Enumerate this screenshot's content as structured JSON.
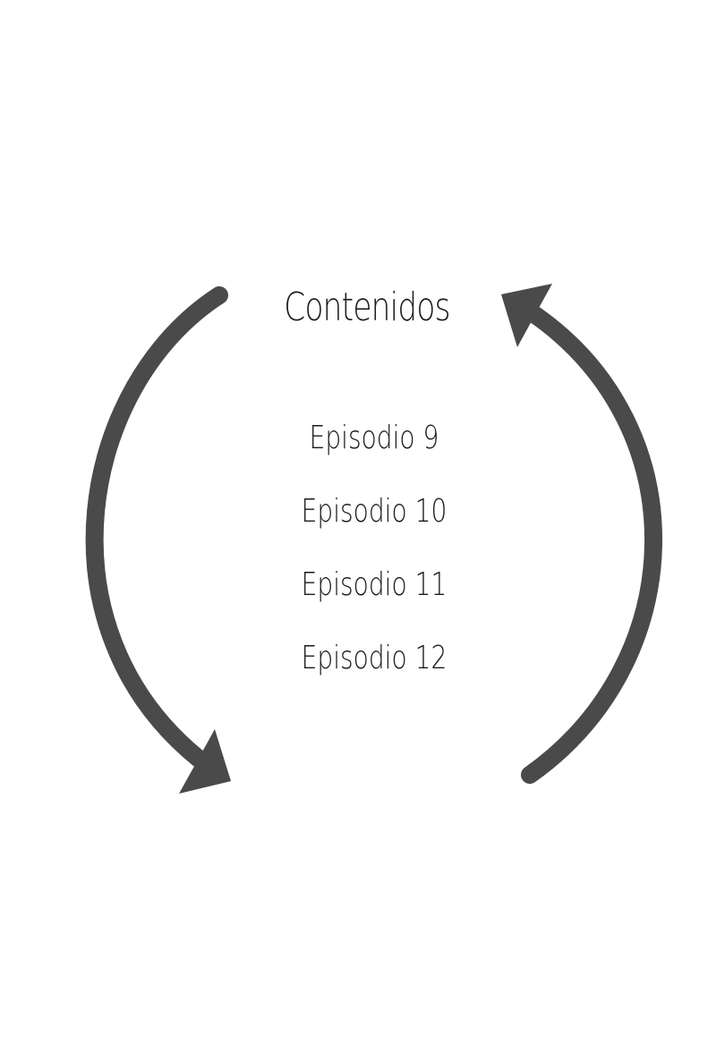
{
  "page": {
    "title": "Contenidos",
    "contents": [
      {
        "label": "Episodio 9"
      },
      {
        "label": "Episodio 10"
      },
      {
        "label": "Episodio 11"
      },
      {
        "label": "Episodio 12"
      }
    ]
  },
  "colors": {
    "arrow": "#4a4a4a",
    "text": "#1a1a1a",
    "background": "#ffffff"
  },
  "icons": {
    "left_arrow": "curved-arrow-down-icon",
    "right_arrow": "curved-arrow-up-icon"
  }
}
